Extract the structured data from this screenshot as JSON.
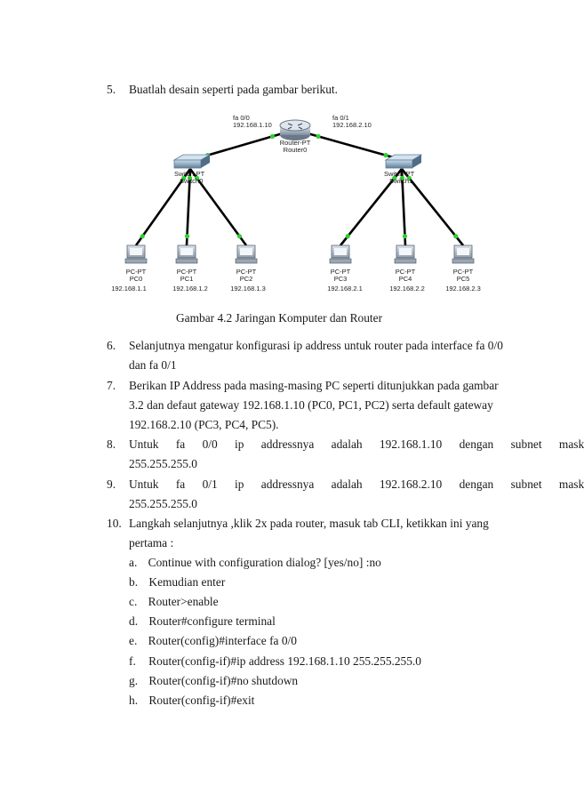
{
  "step5": {
    "num": "5.",
    "text": "Buatlah desain seperti pada gambar berikut."
  },
  "diagram": {
    "router": {
      "type": "Router-PT",
      "name": "Router0"
    },
    "router_ports": [
      {
        "port": "fa 0/0",
        "ip": "192.168.1.10"
      },
      {
        "port": "fa 0/1",
        "ip": "192.168.2.10"
      }
    ],
    "switches": [
      {
        "type": "Switch-PT",
        "name": "Switch0"
      },
      {
        "type": "Switch-PT",
        "name": "Switch1"
      }
    ],
    "pcs": [
      {
        "type": "PC-PT",
        "name": "PC0",
        "ip": "192.168.1.1"
      },
      {
        "type": "PC-PT",
        "name": "PC1",
        "ip": "192.168.1.2"
      },
      {
        "type": "PC-PT",
        "name": "PC2",
        "ip": "192.168.1.3"
      },
      {
        "type": "PC-PT",
        "name": "PC3",
        "ip": "192.168.2.1"
      },
      {
        "type": "PC-PT",
        "name": "PC4",
        "ip": "192.168.2.2"
      },
      {
        "type": "PC-PT",
        "name": "PC5",
        "ip": "192.168.2.3"
      }
    ],
    "link_color": "#000000",
    "link_dot_color": "#2fd12f"
  },
  "caption": "Gambar 4.2 Jaringan Komputer dan Router",
  "steps": [
    {
      "num": "6.",
      "lines": [
        "Selanjutnya mengatur konfigurasi ip address untuk router pada interface fa 0/0",
        "dan fa 0/1"
      ]
    },
    {
      "num": "7.",
      "lines": [
        "Berikan IP Address pada masing-masing PC seperti ditunjukkan pada gambar",
        "3.2 dan defaut gateway 192.168.1.10 (PC0, PC1, PC2) serta default gateway",
        "192.168.2.10 (PC3, PC4, PC5)."
      ]
    },
    {
      "num": "8.",
      "lines": [
        "Untuk fa 0/0 ip addressnya adalah 192.168.1.10 dengan subnet mask",
        "255.255.255.0"
      ]
    },
    {
      "num": "9.",
      "lines": [
        "Untuk fa 0/1 ip addressnya adalah 192.168.2.10 dengan subnet mask",
        "255.255.255.0"
      ]
    },
    {
      "num": "10.",
      "lines": [
        "Langkah selanjutnya ,klik 2x pada router, masuk tab CLI, ketikkan ini yang",
        "pertama :"
      ]
    }
  ],
  "substeps": [
    {
      "letter": "a.",
      "text": "Continue with configuration dialog? [yes/no] :no"
    },
    {
      "letter": "b.",
      "text": "Kemudian enter"
    },
    {
      "letter": "c.",
      "text": "Router>enable"
    },
    {
      "letter": "d.",
      "text": "Router#configure terminal"
    },
    {
      "letter": "e.",
      "text": "Router(config)#interface fa 0/0"
    },
    {
      "letter": "f.",
      "text": "Router(config-if)#ip address 192.168.1.10 255.255.255.0"
    },
    {
      "letter": "g.",
      "text": "Router(config-if)#no shutdown"
    },
    {
      "letter": "h.",
      "text": "Router(config-if)#exit"
    }
  ]
}
